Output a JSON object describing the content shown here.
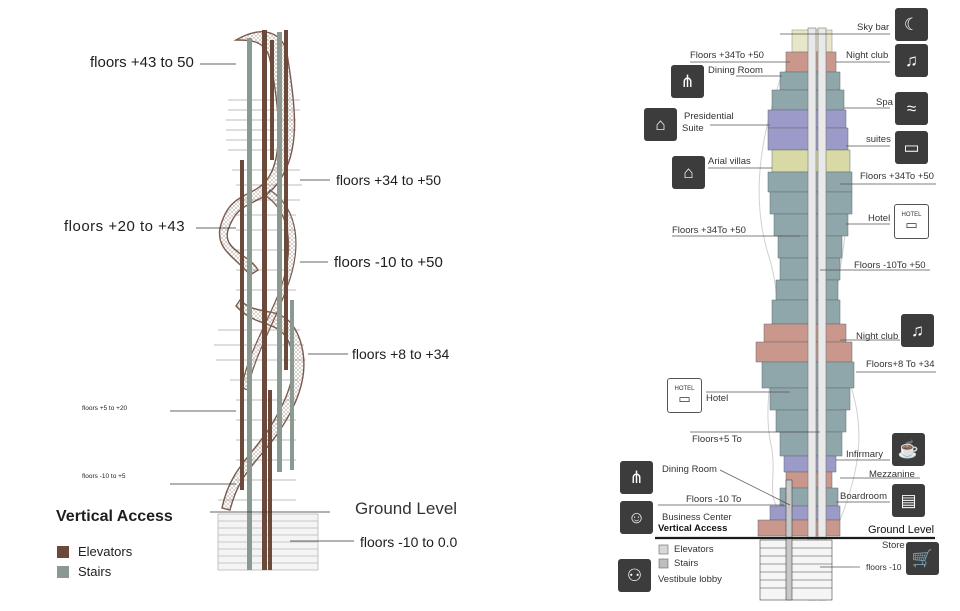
{
  "left": {
    "labels": {
      "f43_50": "floors +43 to 50",
      "f34_50": "floors +34 to +50",
      "f20_43": "floors +20 to +43",
      "fm10_50": "floors -10 to +50",
      "f8_34": "floors +8 to +34",
      "f5_20": "floors +5 to +20",
      "fm10_5": "floors -10 to +5",
      "ground": "Ground Level",
      "fm10_0": "floors -10 to 0.0"
    },
    "legend": {
      "title": "Vertical Access",
      "elevators": "Elevators",
      "stairs": "Stairs",
      "elevator_color": "#6b4a3c",
      "stair_color": "#8a9a90"
    }
  },
  "right": {
    "labels": {
      "sky_bar": "Sky  bar",
      "night_club_top": "Night club",
      "floors_34_50_a": "Floors +34To +50",
      "dining_room_top": "Dining Room",
      "spa": "Spa",
      "presidential_1": "Presidential",
      "presidential_2": "Suite",
      "suites": "suites",
      "arial_villas": "Arial villas",
      "floors_34_50_b": "Floors +34To +50",
      "hotel_top": "Hotel",
      "floors_34_50_c": "Floors +34To +50",
      "floors_m10_50": "Floors -10To +50",
      "night_club_mid": "Night club",
      "floors_8_34": "Floors+8 To +34",
      "hotel_mid": "Hotel",
      "floors_5": "Floors+5 To",
      "infirmary": "Infirmary",
      "mezzanine": "Mezzanine",
      "dining_room_low": "Dining Room",
      "boardroom": "Boardroom",
      "floors_m10": "Floors -10 To",
      "business_center": "Business Center",
      "vertical_access": "Vertical Access",
      "ground_level": "Ground Level",
      "store": "Store",
      "elevators": "Elevators",
      "stairs": "Stairs",
      "floors_m10_low": "floors -10",
      "vestibule": "Vestibule lobby",
      "hotel_sign": "HOTEL"
    },
    "icons": {
      "sky_bar": "moon-cocktail-icon",
      "night_club": "dj-speaker-icon",
      "dining": "fork-knife-icon",
      "spa": "swimmer-icon",
      "presidential": "house-icon",
      "suites": "bed-icon",
      "villas": "villas-icon",
      "hotel": "hotel-bed-icon",
      "infirmary": "coffee-cup-icon",
      "boardroom": "presentation-icon",
      "business": "meeting-icon",
      "store": "shopping-cart-icon",
      "vestibule": "people-icon"
    },
    "tower_colors": {
      "floor_blue": "#8fa6aa",
      "floor_purple": "#9c9ac8",
      "floor_yellow": "#d8d9a4",
      "floor_pink": "#c9978c",
      "ground_line": "#1a1a1a"
    }
  }
}
